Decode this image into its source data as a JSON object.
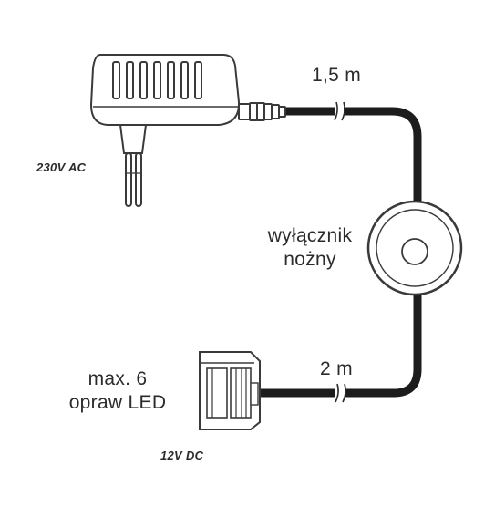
{
  "diagram": {
    "labels": {
      "adapter_cable_length": "1,5 m",
      "output_cable_length": "2 m",
      "input_voltage": "230V AC",
      "output_voltage": "12V DC",
      "switch_line1": "wyłącznik",
      "switch_line2": "nożny",
      "led_line1": "max. 6",
      "led_line2": "opraw LED"
    },
    "colors": {
      "cable": "#1c1c1c",
      "outline": "#3a3a3a",
      "device_fill": "#ffffff",
      "text": "#2b2b2b"
    },
    "icons": {
      "adapter": "plug-adapter-icon",
      "switch": "foot-switch-icon",
      "connector": "led-connector-icon"
    }
  }
}
